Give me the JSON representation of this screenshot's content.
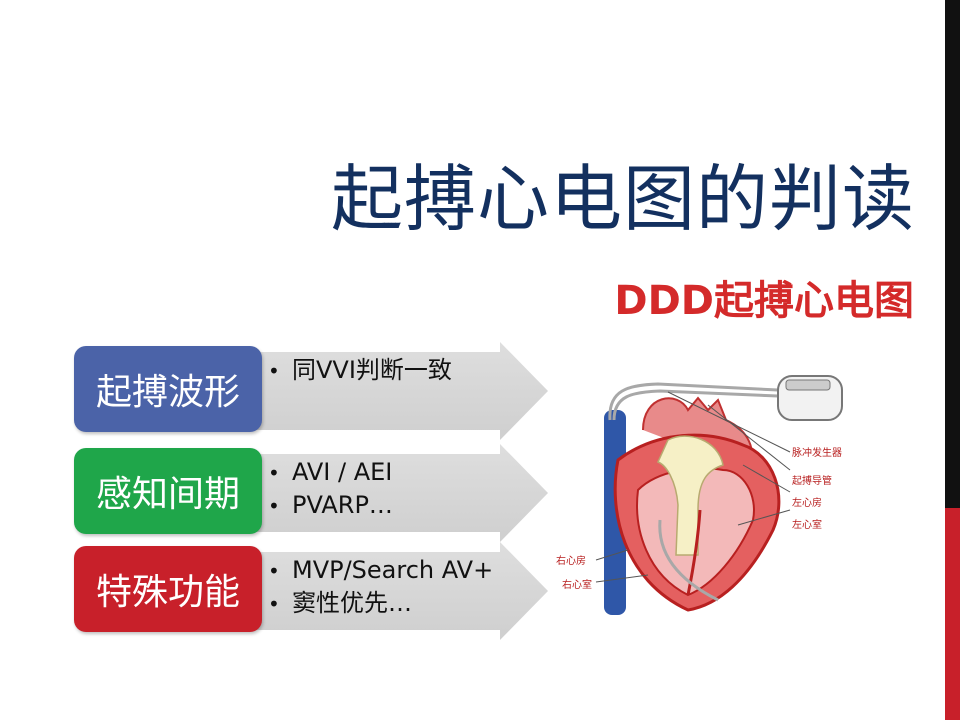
{
  "slide": {
    "title": "起搏心电图的判读",
    "subtitle": "DDD起搏心电图",
    "rows": [
      {
        "label": "起搏波形",
        "color": "#4b63a8",
        "items": [
          "同VVI判断一致"
        ]
      },
      {
        "label": "感知间期",
        "color": "#1fa64a",
        "items": [
          "AVI / AEI",
          "PVARP…"
        ]
      },
      {
        "label": "特殊功能",
        "color": "#c8202a",
        "items": [
          "MVP/Search AV+",
          "窦性优先…"
        ]
      }
    ],
    "diagram_labels": {
      "generator": "脉冲发生器",
      "lead": "起搏导管",
      "left_atrium": "左心房",
      "left_ventricle": "左心室",
      "right_atrium": "右心房",
      "right_ventricle": "右心室"
    }
  }
}
